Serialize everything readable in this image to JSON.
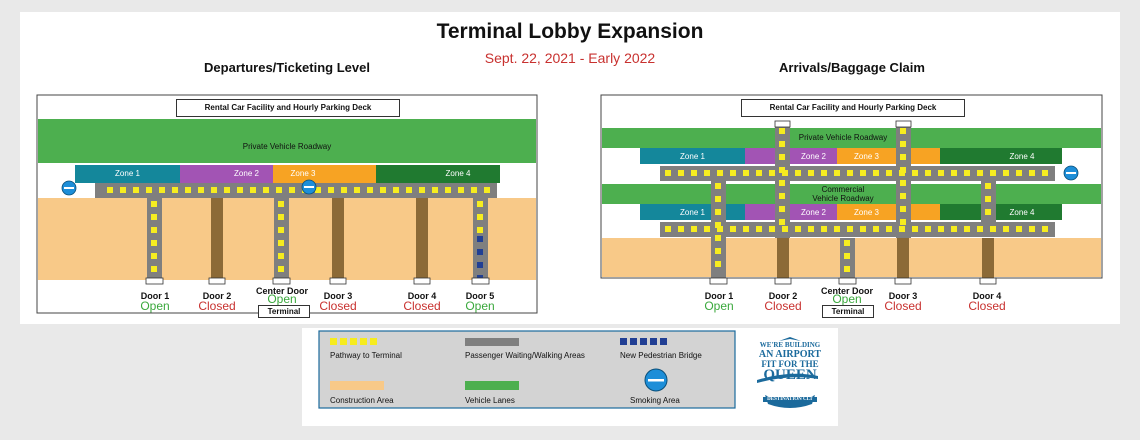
{
  "title": "Terminal Lobby Expansion",
  "subtitle": "Sept. 22, 2021 - Early 2022",
  "colors": {
    "vehicle_lane": "#4daf4f",
    "construction": "#f8c988",
    "walkway": "#7f7f7f",
    "pathway_dot": "#f6ec1f",
    "bridge_dot": "#213f94",
    "smoking": "#1d8ed8",
    "open": "#3aa83c",
    "closed": "#c8312f",
    "zone1": "#14879b",
    "zone2": "#a254b4",
    "zone3": "#f7a323",
    "zone4": "#207a30",
    "pillar": "#8c6a37",
    "legend_bg": "#d3d3d3"
  },
  "departures": {
    "heading": "Departures/Ticketing Level",
    "parking_label": "Rental Car Facility and Hourly Parking Deck",
    "roadway_label": "Private Vehicle Roadway",
    "zones": [
      "Zone 1",
      "Zone 2",
      "Zone 3",
      "Zone 4"
    ],
    "doors": [
      {
        "name": "Door 1",
        "status": "Open"
      },
      {
        "name": "Door 2",
        "status": "Closed"
      },
      {
        "name": "Center Door",
        "status": "Open"
      },
      {
        "name": "Door 3",
        "status": "Closed"
      },
      {
        "name": "Door 4",
        "status": "Closed"
      },
      {
        "name": "Door 5",
        "status": "Open"
      }
    ],
    "terminal_label": "Terminal"
  },
  "arrivals": {
    "heading": "Arrivals/Baggage Claim",
    "parking_label": "Rental Car Facility and Hourly Parking Deck",
    "private_roadway_label": "Private Vehicle Roadway",
    "commercial_roadway_label_1": "Commercial",
    "commercial_roadway_label_2": "Vehicle Roadway",
    "zones_top": [
      "Zone 1",
      "Zone 2",
      "Zone 3",
      "Zone 4"
    ],
    "zones_bottom": [
      "Zone 1",
      "Zone 2",
      "Zone 3",
      "Zone 4"
    ],
    "doors": [
      {
        "name": "Door 1",
        "status": "Open"
      },
      {
        "name": "Door 2",
        "status": "Closed"
      },
      {
        "name": "Center Door",
        "status": "Open"
      },
      {
        "name": "Door 3",
        "status": "Closed"
      },
      {
        "name": "Door 4",
        "status": "Closed"
      }
    ],
    "terminal_label": "Terminal"
  },
  "legend": {
    "pathway": "Pathway to Terminal",
    "waiting": "Passenger Waiting/Walking Areas",
    "bridge": "New Pedestrian Bridge",
    "construction": "Construction Area",
    "vehicle_lanes": "Vehicle Lanes",
    "smoking": "Smoking Area"
  },
  "logo": {
    "line1": "WE'RE BUILDING",
    "line2": "AN AIRPORT",
    "line3": "FIT FOR THE",
    "line4": "QUEEN",
    "banner": "DESTINATION CLT"
  }
}
